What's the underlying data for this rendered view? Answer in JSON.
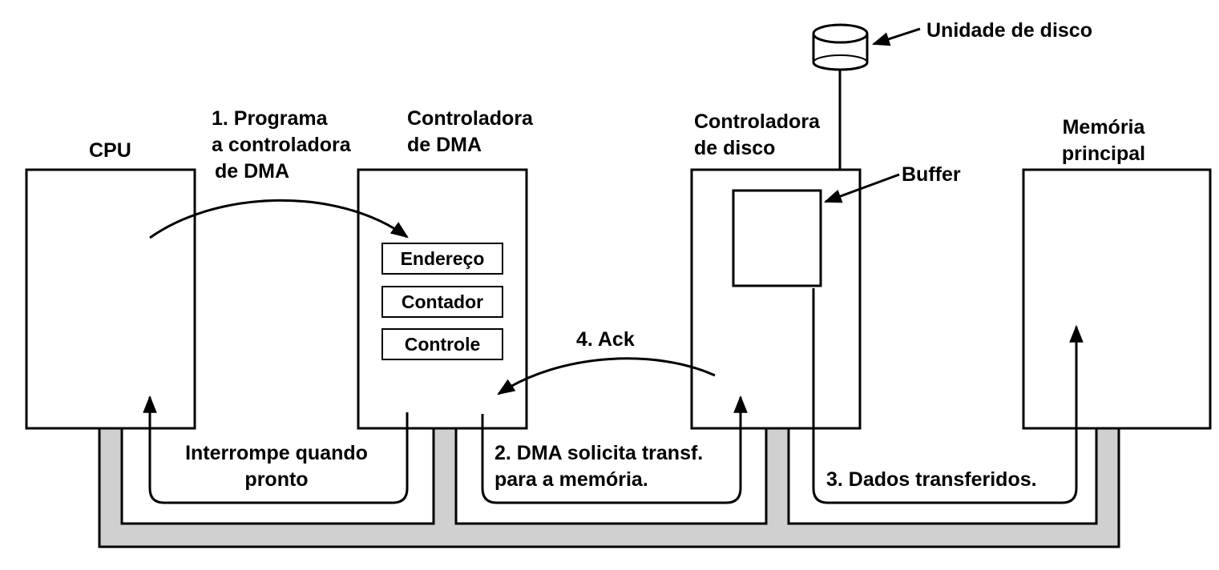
{
  "disk_drive": {
    "label": "Unidade de disco"
  },
  "cpu": {
    "label": "CPU"
  },
  "dma_controller": {
    "label_line1": "Controladora",
    "label_line2": "de DMA",
    "registers": [
      "Endereço",
      "Contador",
      "Controle"
    ]
  },
  "disk_controller": {
    "label_line1": "Controladora",
    "label_line2": "de disco",
    "buffer_label": "Buffer"
  },
  "main_memory": {
    "label_line1": "Memória",
    "label_line2": "principal"
  },
  "steps": {
    "step1": [
      "1. Programa",
      "a controladora",
      "de DMA"
    ],
    "step2": [
      "2. DMA solicita transf.",
      "para a memória."
    ],
    "step3": "3. Dados transferidos.",
    "step4": "4. Ack",
    "interrupt": [
      "Interrompe quando",
      "pronto"
    ]
  },
  "colors": {
    "bus_fill": "#d0d0d0",
    "stroke": "#000000"
  }
}
